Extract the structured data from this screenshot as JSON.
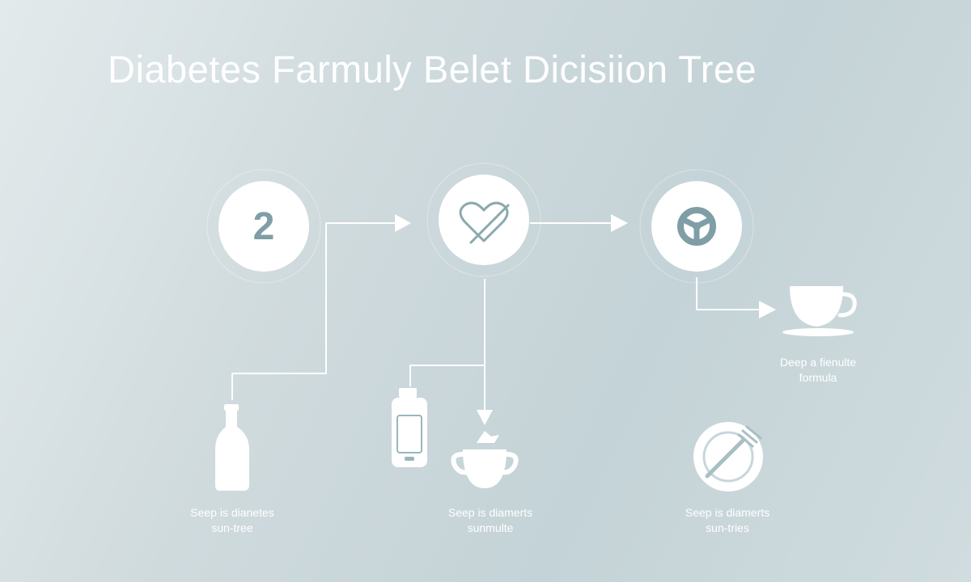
{
  "diagram": {
    "title": "Diabetes Farmuly Belet Dicisiion Tree",
    "nodes": [
      {
        "id": "step",
        "text": "2",
        "icon": "number-badge"
      },
      {
        "id": "heart",
        "icon": "heart-slash-icon"
      },
      {
        "id": "wheel",
        "icon": "steering-wheel-icon"
      },
      {
        "id": "cup",
        "icon": "coffee-cup-icon",
        "label_lines": [
          "Deep a fienulte",
          "formula"
        ]
      },
      {
        "id": "bottle",
        "icon": "bottle-icon",
        "label_lines": [
          "Seep is dianetes",
          "sun-tree"
        ]
      },
      {
        "id": "phone",
        "icon": "phone-bottle-icon"
      },
      {
        "id": "bowl",
        "icon": "bowl-icon",
        "label_lines": [
          "Seep is diamerts",
          "sunmulte"
        ]
      },
      {
        "id": "plate",
        "icon": "plate-fork-icon",
        "label_lines": [
          "Seep is diamerts",
          "sun-tries"
        ]
      }
    ]
  },
  "colors": {
    "line": "#ffffff",
    "icon_stroke": "#8aa9af",
    "number": "#7f9ea5"
  }
}
